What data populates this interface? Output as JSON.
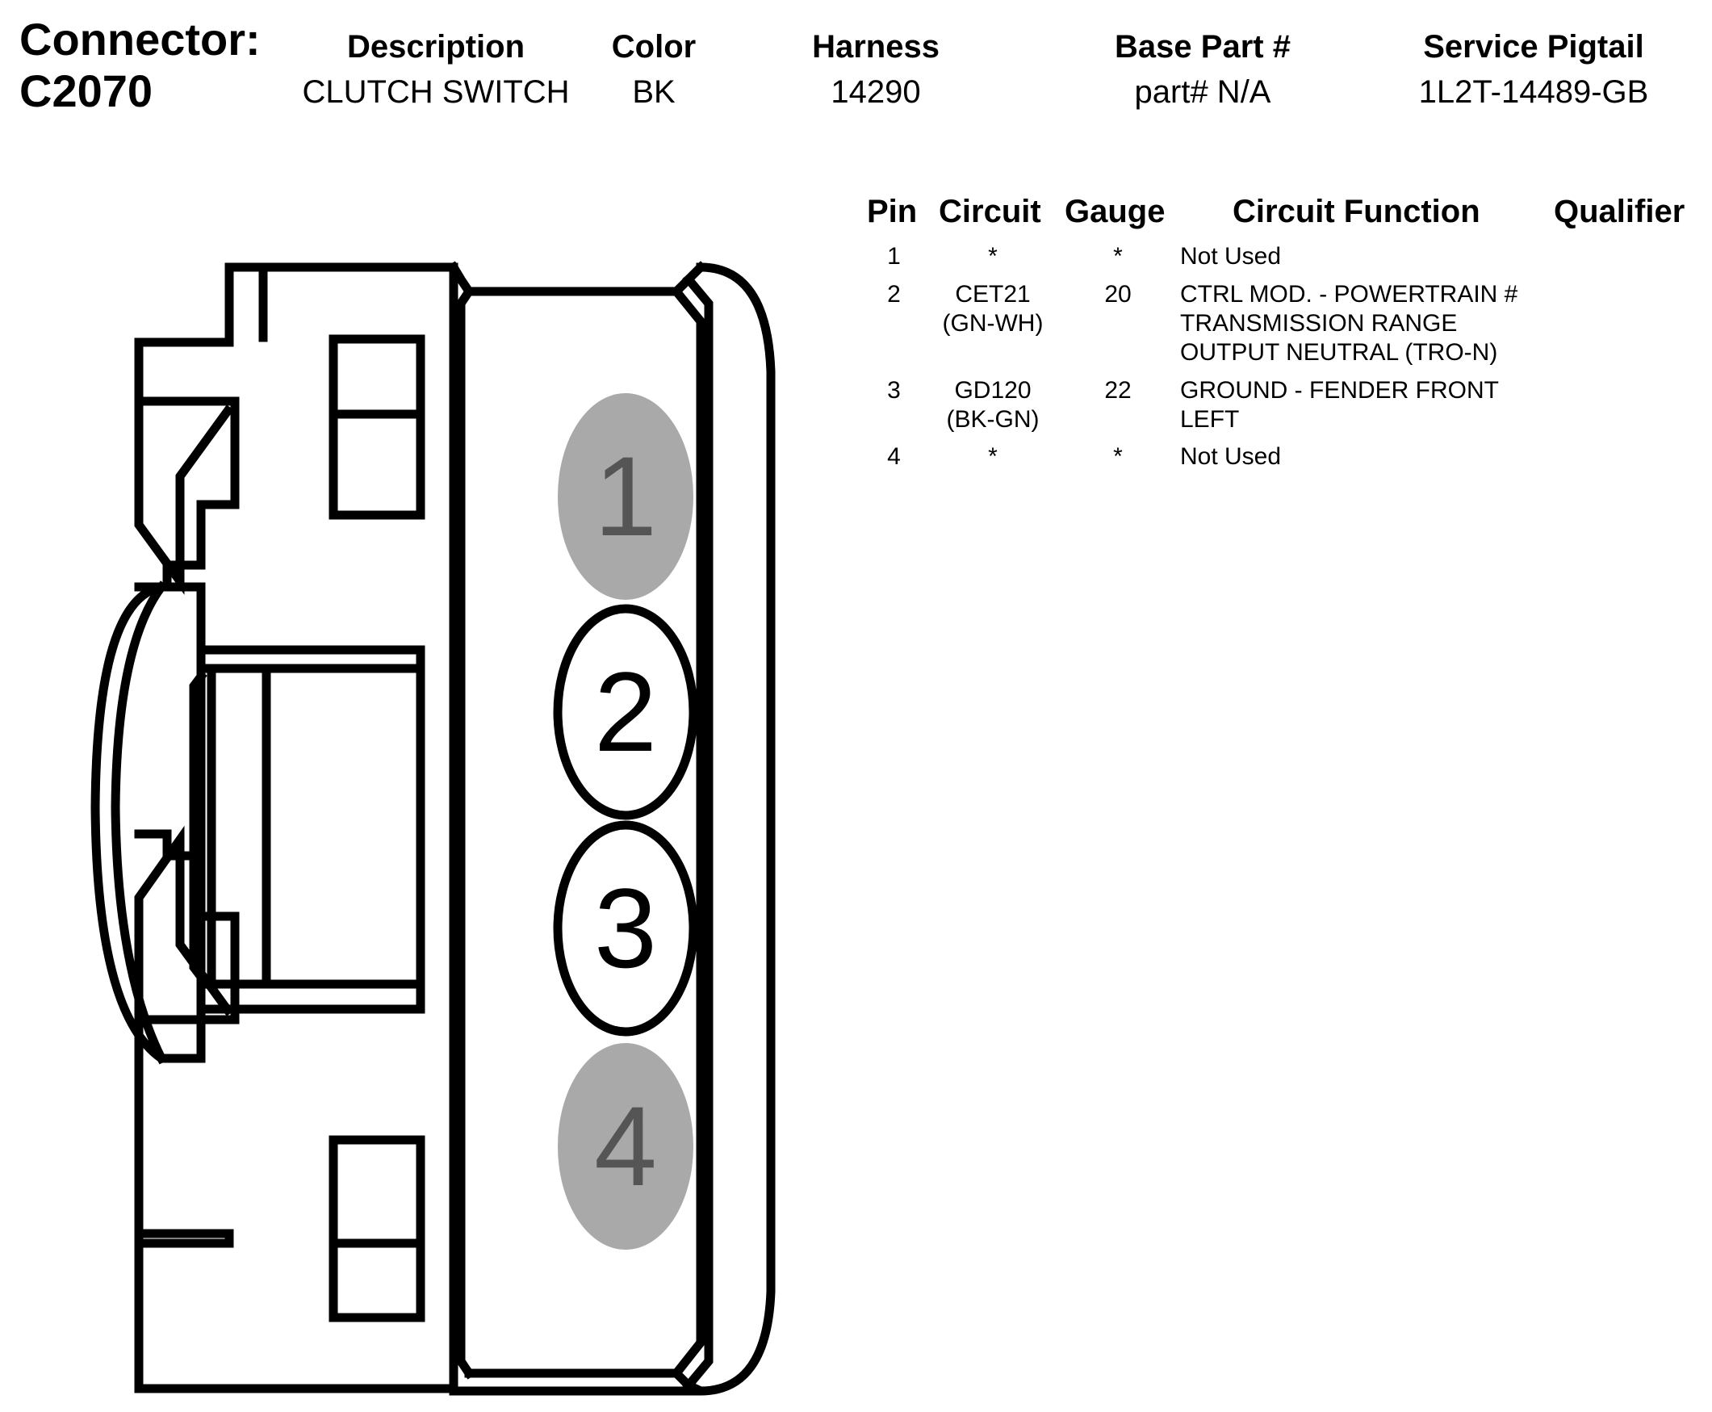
{
  "header": {
    "connector_label": "Connector:",
    "connector_id": "C2070",
    "columns": {
      "description": {
        "label": "Description",
        "value": "CLUTCH SWITCH"
      },
      "color": {
        "label": "Color",
        "value": "BK"
      },
      "harness": {
        "label": "Harness",
        "value": "14290"
      },
      "base_part": {
        "label": "Base Part #",
        "value": "part# N/A"
      },
      "service_pigtail": {
        "label": "Service Pigtail",
        "value": "1L2T-14489-GB"
      }
    }
  },
  "pin_table": {
    "headers": {
      "pin": "Pin",
      "circuit": "Circuit",
      "gauge": "Gauge",
      "function": "Circuit Function",
      "qualifier": "Qualifier"
    },
    "rows": [
      {
        "pin": "1",
        "circuit": "*",
        "circuit_color": "",
        "gauge": "*",
        "function": [
          "Not Used"
        ]
      },
      {
        "pin": "2",
        "circuit": "CET21",
        "circuit_color": "(GN-WH)",
        "gauge": "20",
        "function": [
          "CTRL MOD. - POWERTRAIN #",
          "TRANSMISSION RANGE",
          "OUTPUT NEUTRAL (TRO-N)"
        ]
      },
      {
        "pin": "3",
        "circuit": "GD120",
        "circuit_color": "(BK-GN)",
        "gauge": "22",
        "function": [
          "GROUND - FENDER FRONT",
          "LEFT"
        ]
      },
      {
        "pin": "4",
        "circuit": "*",
        "circuit_color": "",
        "gauge": "*",
        "function": [
          "Not Used"
        ]
      }
    ]
  },
  "diagram": {
    "pins": [
      {
        "label": "1",
        "state": "unused"
      },
      {
        "label": "2",
        "state": "used"
      },
      {
        "label": "3",
        "state": "used"
      },
      {
        "label": "4",
        "state": "unused"
      }
    ],
    "colors": {
      "unused_fill": "#a9a9a9",
      "unused_text": "#555555",
      "used_fill": "#ffffff",
      "stroke": "#000000"
    }
  }
}
